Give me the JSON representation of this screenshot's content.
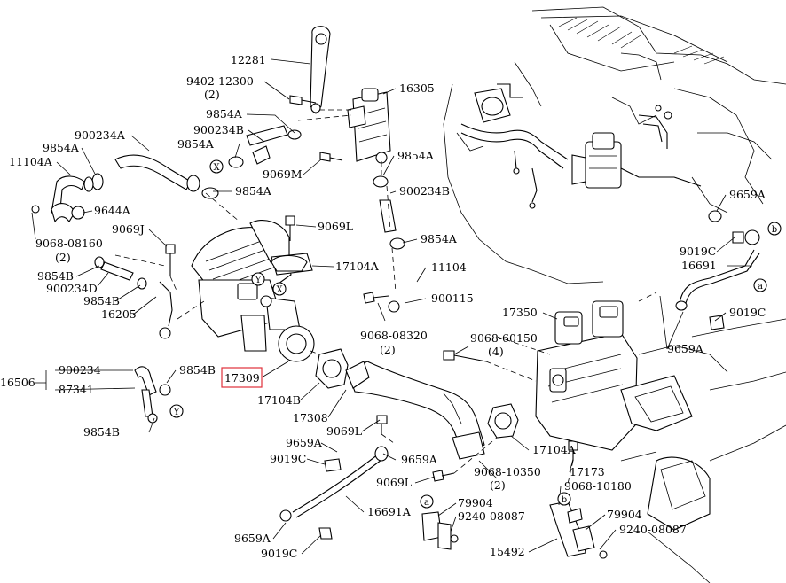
{
  "highlight_color": "#e0303a",
  "callouts": {
    "c12281": "12281",
    "c9402_12300": "9402-12300",
    "c9402_12300_qty": "(2)",
    "c16305": "16305",
    "c9854A_top": "9854A",
    "c900234B_a": "900234B",
    "c9854A_b": "9854A",
    "c900234A": "900234A",
    "c9854A_c": "9854A",
    "c11104A": "11104A",
    "c9069M": "9069M",
    "c9854A_d": "9854A",
    "c9854A_e": "9854A",
    "c900234B_b": "900234B",
    "c9644A": "9644A",
    "c9068_08160": "9068-08160",
    "c9068_08160_qty": "(2)",
    "c9069J": "9069J",
    "c9069L_a": "9069L",
    "c9854A_f": "9854A",
    "c17104A_a": "17104A",
    "c11104": "11104",
    "c9854B_a": "9854B",
    "c900234D": "900234D",
    "c9854B_b": "9854B",
    "c16205": "16205",
    "c900115": "900115",
    "c9068_08320": "9068-08320",
    "c9068_08320_qty": "(2)",
    "c17350": "17350",
    "c9068_60150": "9068-60150",
    "c9068_60150_qty": "(4)",
    "c9659A_a": "9659A",
    "c9019C_a": "9019C",
    "c16691": "16691",
    "c9019C_b": "9019C",
    "c9659A_b": "9659A",
    "c16506": "16506",
    "c900234": "900234",
    "c87341": "87341",
    "c9854B_c": "9854B",
    "c17309": "17309",
    "c17104B": "17104B",
    "c17308": "17308",
    "c9069L_b": "9069L",
    "c9659A_c": "9659A",
    "c9019C_c": "9019C",
    "c9659A_d": "9659A",
    "c17104A_b": "17104A",
    "c9854B_d": "9854B",
    "c17173": "17173",
    "c9068_10350": "9068-10350",
    "c9068_10350_qty": "(2)",
    "c9069L_c": "9069L",
    "c9068_10180": "9068-10180",
    "c16691A": "16691A",
    "c79904_a": "79904",
    "c9240_08087_a": "9240-08087",
    "c79904_b": "79904",
    "c9240_08087_b": "9240-08087",
    "c9659A_e": "9659A",
    "c9019C_d": "9019C",
    "c15492": "15492"
  },
  "markers": {
    "x1": "X",
    "x2": "X",
    "y1": "Y",
    "y2": "Y",
    "a1": "a",
    "a2": "a",
    "b1": "b",
    "b2": "b"
  }
}
